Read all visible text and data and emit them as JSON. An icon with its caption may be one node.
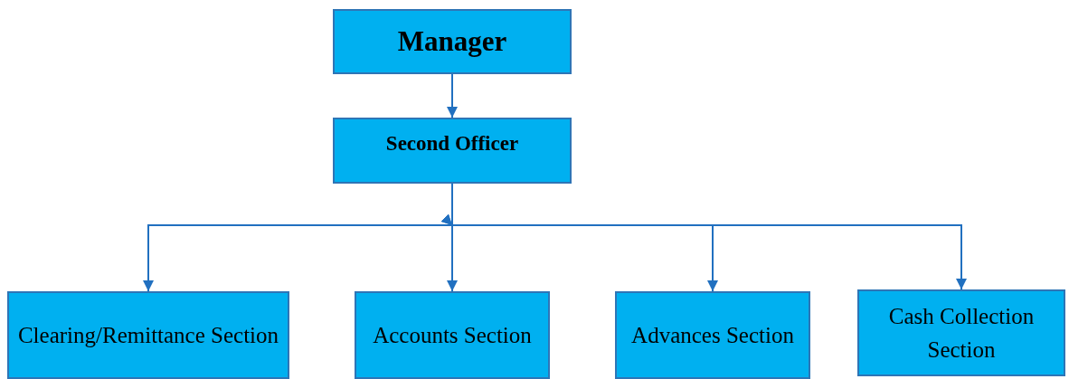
{
  "diagram": {
    "nodes": [
      {
        "text": [
          "Manager"
        ]
      },
      {
        "text": [
          "Second Officer"
        ]
      },
      {
        "text": [
          "Clearing/Remittance Section"
        ]
      },
      {
        "text": [
          "Accounts Section"
        ]
      },
      {
        "text": [
          "Advances Section"
        ]
      },
      {
        "text": [
          "Cash Collection Section"
        ]
      }
    ],
    "edges": [
      {
        "from": 0,
        "to": 1,
        "arrow": "to"
      },
      {
        "from": 1,
        "to": 2,
        "arrow": "to"
      },
      {
        "from": 1,
        "to": 3,
        "arrow": "to"
      },
      {
        "from": 1,
        "to": 4,
        "arrow": "to"
      },
      {
        "from": 1,
        "to": 5,
        "arrow": "to"
      }
    ]
  }
}
